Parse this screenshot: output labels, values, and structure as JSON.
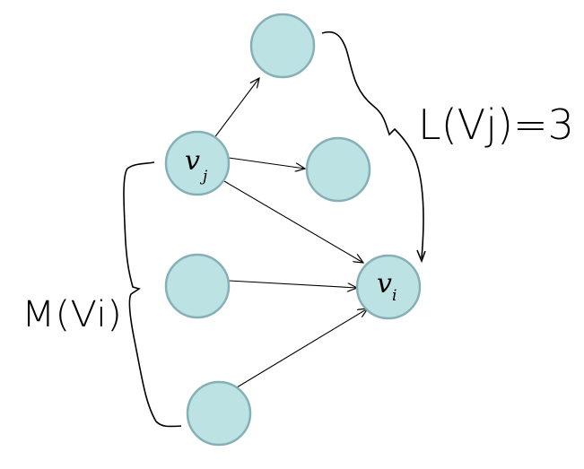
{
  "colors": {
    "node_fill": "#bde2e4",
    "node_stroke": "#84b0b6",
    "edge": "#000000",
    "ink": "#000000"
  },
  "nodes": [
    {
      "id": "top",
      "label": "",
      "sub": ""
    },
    {
      "id": "vj",
      "label": "v",
      "sub": "j"
    },
    {
      "id": "mid-right",
      "label": "",
      "sub": ""
    },
    {
      "id": "left-mid",
      "label": "",
      "sub": ""
    },
    {
      "id": "vi",
      "label": "v",
      "sub": "i"
    },
    {
      "id": "bottom",
      "label": "",
      "sub": ""
    }
  ],
  "edges": [
    {
      "from": "vj",
      "to": "top"
    },
    {
      "from": "vj",
      "to": "mid-right"
    },
    {
      "from": "vj",
      "to": "vi"
    },
    {
      "from": "left-mid",
      "to": "vi"
    },
    {
      "from": "bottom",
      "to": "vi"
    }
  ],
  "annotations": {
    "out_links": "L(Vj)=3",
    "in_links": "M(Vi)"
  }
}
